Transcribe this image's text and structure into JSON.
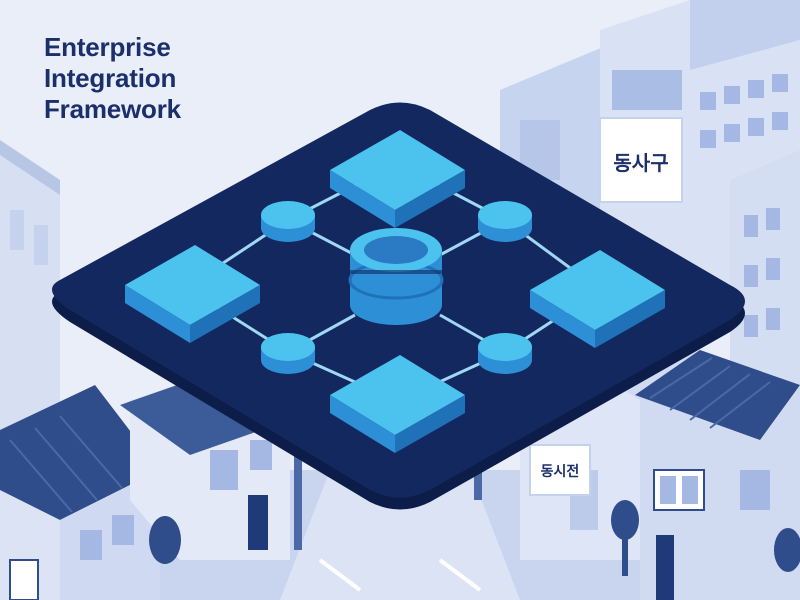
{
  "title": {
    "line1": "Enterprise",
    "line2": "Integration",
    "line3": "Framework"
  },
  "signs": {
    "top_right": "동사구",
    "bottom_right": "동시전"
  },
  "colors": {
    "background": "#e9eef8",
    "platform": "#13285e",
    "platform_edge": "#0d1d49",
    "node_light": "#4cc2ef",
    "node_dark": "#2d8fd6",
    "connector": "#9fd8f5",
    "building": "#d7e0f3",
    "building_shadow": "#b8c6e6",
    "window": "#9db2de",
    "roof": "#33548f",
    "title": "#1b2f6b"
  },
  "icons": {
    "central": "database-icon",
    "nodes": "service-module-icon",
    "connectors": "connection-hub-icon"
  }
}
